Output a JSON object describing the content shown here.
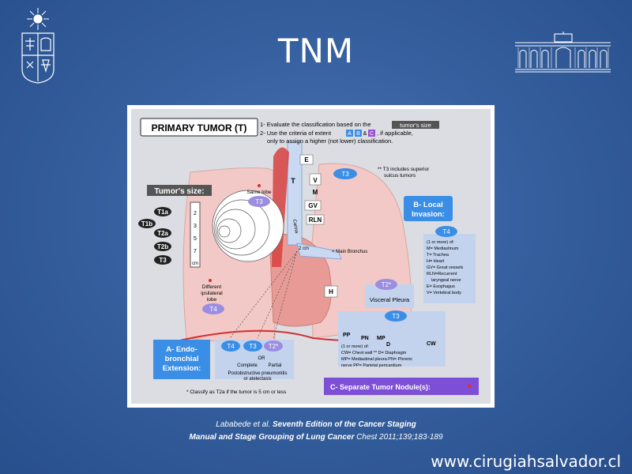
{
  "slide": {
    "title": "TNM",
    "website": "www.cirugiahsalvador.cl"
  },
  "citation": {
    "authors": "Lababede et al.",
    "title_part1": "Seventh Edition of the Cancer Staging",
    "title_part2": "Manual and Stage Grouping of Lung Cancer",
    "journal": "Chest 2011;139;183-189"
  },
  "figure": {
    "header": "PRIMARY TUMOR (T)",
    "instruction1_a": "1- Evaluate the classification based on the",
    "instruction1_hl": "tumor's size",
    "instruction2_a": "2- Use the criteria of extent",
    "badge_a": "A",
    "badge_b": "B",
    "badge_amp": "&",
    "badge_c": "C",
    "instruction2_b": ", if applicable,",
    "instruction3": "only to assign a higher (not lower) classification.",
    "tumor_size_label": "Tumor's size:",
    "size_classes": [
      "T1a",
      "T1b",
      "T2a",
      "T2b",
      "T3"
    ],
    "ruler_ticks": [
      "2",
      "3",
      "5",
      "7",
      "cm"
    ],
    "same_lobe": "Same lobe",
    "same_lobe_t": "T3",
    "diff_lobe_1": "Different",
    "diff_lobe_2": "ipsilateral",
    "diff_lobe_3": "lobe",
    "diff_lobe_t": "T4",
    "struct_e": "E",
    "struct_t": "T",
    "struct_v": "V",
    "struct_m": "M",
    "struct_gv": "GV",
    "struct_rln": "RLN",
    "struct_h": "H",
    "carina": "Carina",
    "two_cm": "2 cm",
    "main_bronchus": "< Main Bronchus",
    "sulcus_t": "T3",
    "sulcus_note_1": "** T3 includes superior",
    "sulcus_note_2": "sulcus tumors",
    "local_inv_1": "B- Local",
    "local_inv_2": "Invasion:",
    "t4_badge": "T4",
    "t4_lines": [
      "(1 or more) of:",
      "M= Mediastinum",
      "T= Trachea",
      "H= Heart",
      "GV= Great vessels",
      "RLN=Recurrent",
      "laryngeal nerve",
      "E= Esophagus",
      "V= Vertebral body"
    ],
    "visceral_t": "T2*",
    "visceral_label": "Visceral Pleura",
    "pp": "PP",
    "pn": "PN",
    "mp": "MP",
    "d": "D",
    "cw": "CW",
    "t3_badge": "T3",
    "t3_lines": [
      "(1 or more) of:",
      "CW= Chest wall **      D= Diaphragm",
      "MP= Mediastinal pleura   PN= Phrenic",
      "nerve    PP= Parietal pericardium"
    ],
    "endo_1": "A- Endo-",
    "endo_2": "bronchial",
    "endo_3": "Extension:",
    "endo_t4": "T4",
    "endo_t3": "T3",
    "endo_t2": "T2*",
    "endo_or": "OR",
    "endo_complete": "Complete",
    "endo_partial": "Partial",
    "endo_post_1": "Postobstructive pneumonitis",
    "endo_post_2": "or atelectasis",
    "footnote": "* Classify as T2a if the tumor is 5 cm or less",
    "separate_nodules": "C- Separate Tumor Nodule(s):"
  },
  "colors": {
    "background": "#36609f",
    "lung_fill": "#f2c9c6",
    "label_purple": "#9b8ee0",
    "label_blue": "#3a8ee6",
    "dark_badge": "#222222",
    "info_box": "#c3d3ee",
    "separate_box": "#7d4fd6"
  }
}
